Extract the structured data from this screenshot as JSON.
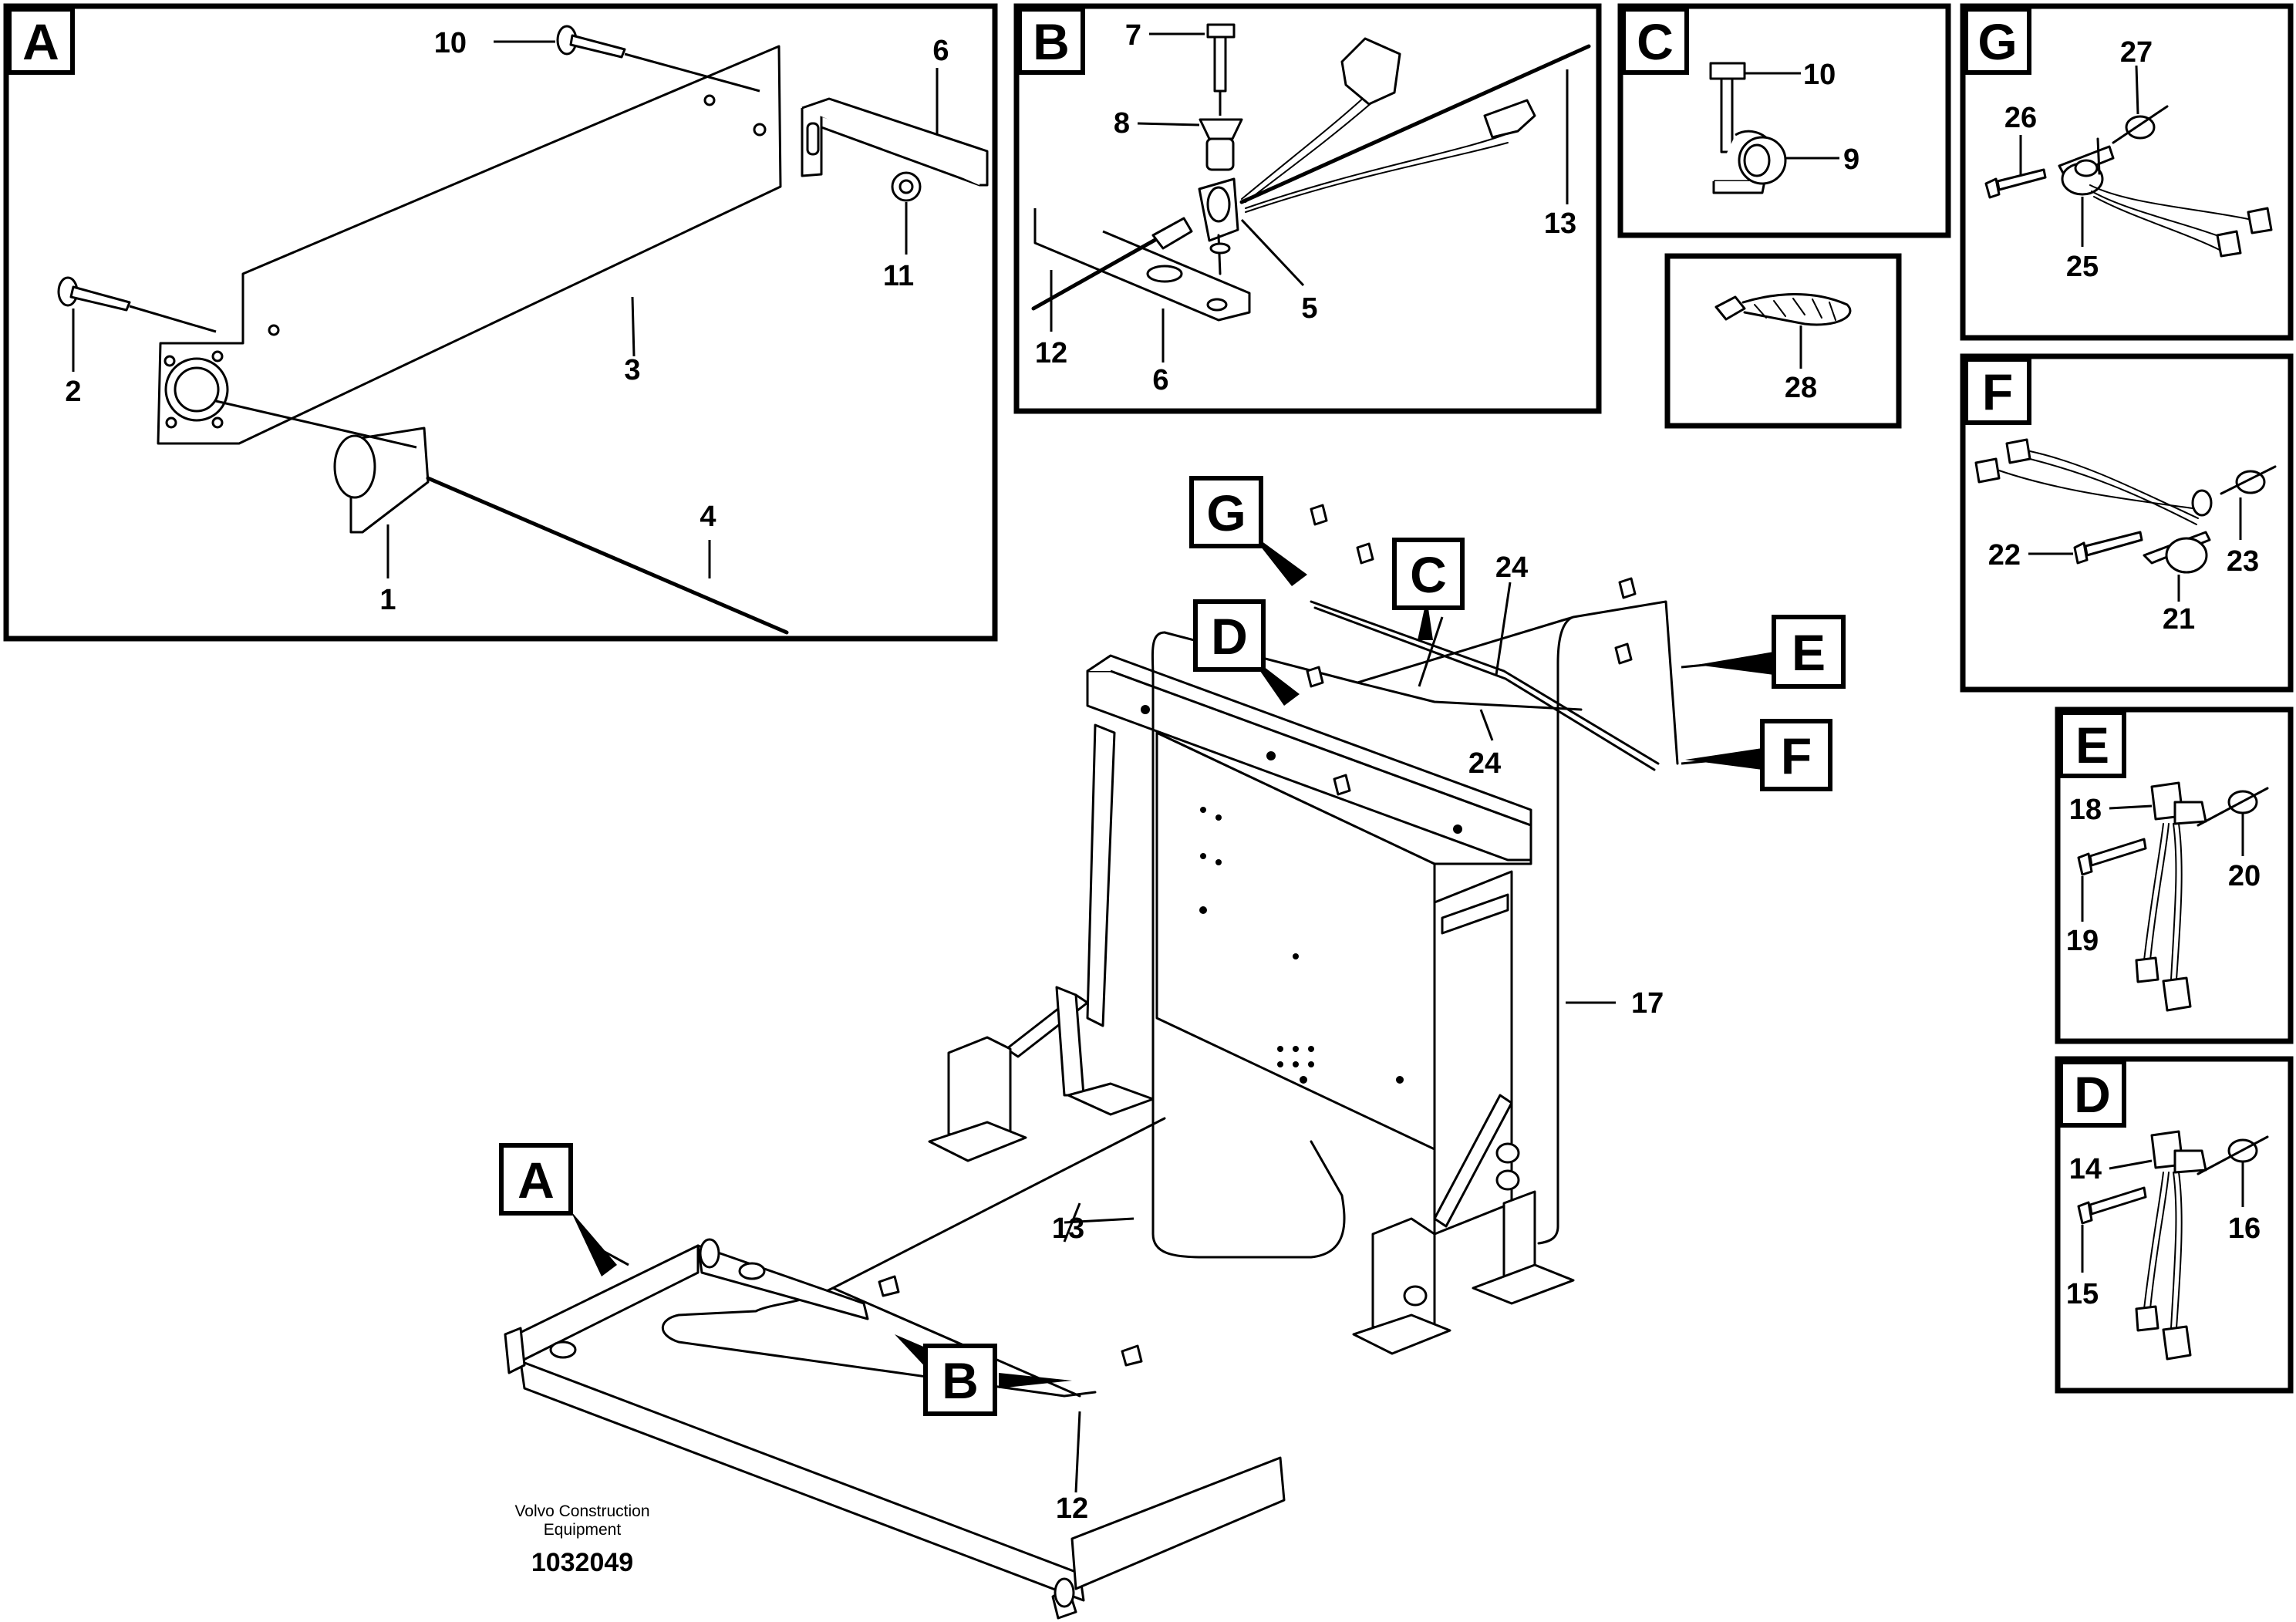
{
  "panels": {
    "A": {
      "label": "A"
    },
    "B": {
      "label": "B"
    },
    "C": {
      "label": "C"
    },
    "G": {
      "label": "G"
    },
    "F": {
      "label": "F"
    },
    "E": {
      "label": "E"
    },
    "D": {
      "label": "D"
    }
  },
  "callouts": {
    "main_A": "A",
    "main_B": "B",
    "main_C": "C",
    "main_D": "D",
    "main_E": "E",
    "main_F": "F",
    "main_G": "G"
  },
  "parts": {
    "p1": "1",
    "p2": "2",
    "p3": "3",
    "p4": "4",
    "p5": "5",
    "p6a": "6",
    "p6b": "6",
    "p7": "7",
    "p8": "8",
    "p9": "9",
    "p10a": "10",
    "p10b": "10",
    "p11": "11",
    "p12a": "12",
    "p12b": "12",
    "p13a": "13",
    "p13b": "13",
    "p14": "14",
    "p15": "15",
    "p16": "16",
    "p17": "17",
    "p18": "18",
    "p19": "19",
    "p20": "20",
    "p21": "21",
    "p22": "22",
    "p23": "23",
    "p24a": "24",
    "p24b": "24",
    "p25": "25",
    "p26": "26",
    "p27": "27",
    "p28": "28"
  },
  "footer": {
    "company_line1": "Volvo Construction",
    "company_line2": "Equipment",
    "drawing_number": "1032049"
  }
}
